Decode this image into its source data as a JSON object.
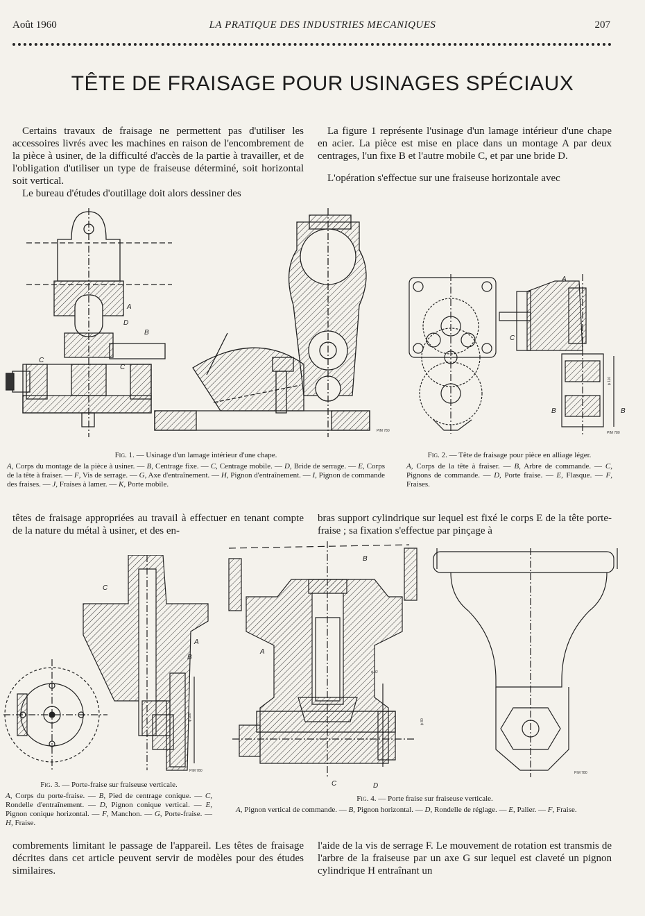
{
  "header": {
    "date": "Août 1960",
    "journal": "LA PRATIQUE DES INDUSTRIES MECANIQUES",
    "page": "207"
  },
  "title": "TÊTE DE FRAISAGE POUR USINAGES SPÉCIAUX",
  "block1": {
    "left": [
      "Certains travaux de fraisage ne permettent pas d'utiliser les accessoires livrés avec les machines en raison de l'encombrement de la pièce à usiner, de la difficulté d'accès de la partie à travailler, et de l'obligation d'utiliser un type de fraiseuse déterminé, soit horizontal soit vertical.",
      "Le bureau d'études d'outillage doit alors dessiner des"
    ],
    "right": [
      "La figure 1 représente l'usinage d'un lamage intérieur d'une chape en acier. La pièce est mise en place dans un montage A par deux centrages, l'un fixe B et l'autre mobile C, et par une bride D.",
      "L'opération s'effectue sur une fraiseuse horizontale avec"
    ]
  },
  "block2": {
    "left": "têtes de fraisage appropriées au travail à effectuer en tenant compte de la nature du métal à usiner, et des en-",
    "right": "bras support cylindrique sur lequel est fixé le corps E de la tête porte-fraise ; sa fixation s'effectue par pinçage à"
  },
  "block3": {
    "left": "combrements limitant le passage de l'appareil. Les têtes de fraisage décrites dans cet article peuvent servir de modèles pour des études similaires.",
    "right": "l'aide de la vis de serrage F. Le mouvement de rotation est transmis de l'arbre de la fraiseuse par un axe G sur lequel est claveté un pignon cylindrique H entraînant un"
  },
  "fig1": {
    "title_prefix": "Fig. 1.",
    "title": " — Usinage d'un lamage intérieur d'une chape.",
    "items": [
      {
        "letter": "A",
        "text": ", Corps du montage de la pièce à usiner. — "
      },
      {
        "letter": "B",
        "text": ", Centrage fixe. — "
      },
      {
        "letter": "C",
        "text": ", Centrage mobile. — "
      },
      {
        "letter": "D",
        "text": ", Bride de serrage. — "
      },
      {
        "letter": "E",
        "text": ", Corps de la tête à fraiser. — "
      },
      {
        "letter": "F",
        "text": ", Vis de serrage. — "
      },
      {
        "letter": "G",
        "text": ", Axe d'entraînement. — "
      },
      {
        "letter": "H",
        "text": ", Pignon d'entraînement. — "
      },
      {
        "letter": "I",
        "text": ", Pignon de commande des fraises. — "
      },
      {
        "letter": "J",
        "text": ", Fraises à lamer. — "
      },
      {
        "letter": "K",
        "text": ", Porte mobile."
      }
    ],
    "labels": [
      "A",
      "D",
      "B",
      "C",
      "C"
    ],
    "ref": "PIM 780"
  },
  "fig2": {
    "title_prefix": "Fig. 2.",
    "title": " — Tête de fraisage pour pièce en alliage léger.",
    "items": [
      {
        "letter": "A",
        "text": ", Corps de la tête à fraiser. — "
      },
      {
        "letter": "B",
        "text": ", Arbre de commande. — "
      },
      {
        "letter": "C",
        "text": ", Pignons de commande. — "
      },
      {
        "letter": "D",
        "text": ", Porte fraise. — "
      },
      {
        "letter": "E",
        "text": ", Flasque. — "
      },
      {
        "letter": "F",
        "text": ", Fraises."
      }
    ],
    "labels": [
      "A",
      "C",
      "B",
      "B"
    ],
    "dim": "ϕ 110",
    "ref": "PIM 780"
  },
  "fig3": {
    "title_prefix": "Fig. 3.",
    "title": " — Porte-fraise sur fraiseuse verticale.",
    "items": [
      {
        "letter": "A",
        "text": ", Corps du porte-fraise. — "
      },
      {
        "letter": "B",
        "text": ", Pied de centrage conique. — "
      },
      {
        "letter": "C",
        "text": ", Rondelle d'entraînement. — "
      },
      {
        "letter": "D",
        "text": ", Pignon conique vertical. — "
      },
      {
        "letter": "E",
        "text": ", Pignon conique horizontal. — "
      },
      {
        "letter": "F",
        "text": ", Manchon. — "
      },
      {
        "letter": "G",
        "text": ", Porte-fraise. — "
      },
      {
        "letter": "H",
        "text": ", Fraise."
      }
    ],
    "labels": [
      "C",
      "A",
      "B"
    ],
    "dim": "ϕ 180",
    "ref": "PIM 780"
  },
  "fig4": {
    "title_prefix": "Fig. 4.",
    "title": " — Porte fraise sur fraiseuse verticale.",
    "items": [
      {
        "letter": "A",
        "text": ", Pignon vertical de commande. — "
      },
      {
        "letter": "B",
        "text": ", Pignon horizontal. — "
      },
      {
        "letter": "D",
        "text": ", Rondelle de réglage. — "
      },
      {
        "letter": "E",
        "text": ", Palier. — "
      },
      {
        "letter": "F",
        "text": ", Fraise."
      }
    ],
    "labels": [
      "B",
      "A",
      "C",
      "D"
    ],
    "dims": [
      "ϕ 92",
      "ϕ 80"
    ],
    "ref": "PIM 780"
  }
}
